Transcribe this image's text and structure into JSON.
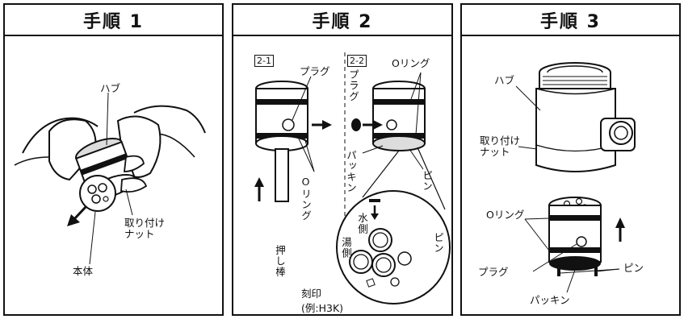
{
  "panels": [
    {
      "title": "手順 1",
      "labels": {
        "hub": "ハブ",
        "nut": "取り付け\nナット",
        "body": "本体"
      }
    },
    {
      "title": "手順 2",
      "sub1": "2-1",
      "sub2": "2-2",
      "labels": {
        "plug": "プラグ",
        "plug_v": "プラグ",
        "oring": "Oリング",
        "oring_v": "Oリング",
        "packing_v": "パッキン",
        "pin_v": "ピン",
        "pin_v2": "ピン",
        "water_side": "水側",
        "hot_side": "湯側",
        "push_rod": "押し棒",
        "stamp": "刻印",
        "example": "(例:H3K)"
      }
    },
    {
      "title": "手順 3",
      "labels": {
        "hub": "ハブ",
        "nut": "取り付け\nナット",
        "oring": "Oリング",
        "plug": "プラグ",
        "pin": "ピン",
        "packing": "パッキン"
      }
    }
  ]
}
